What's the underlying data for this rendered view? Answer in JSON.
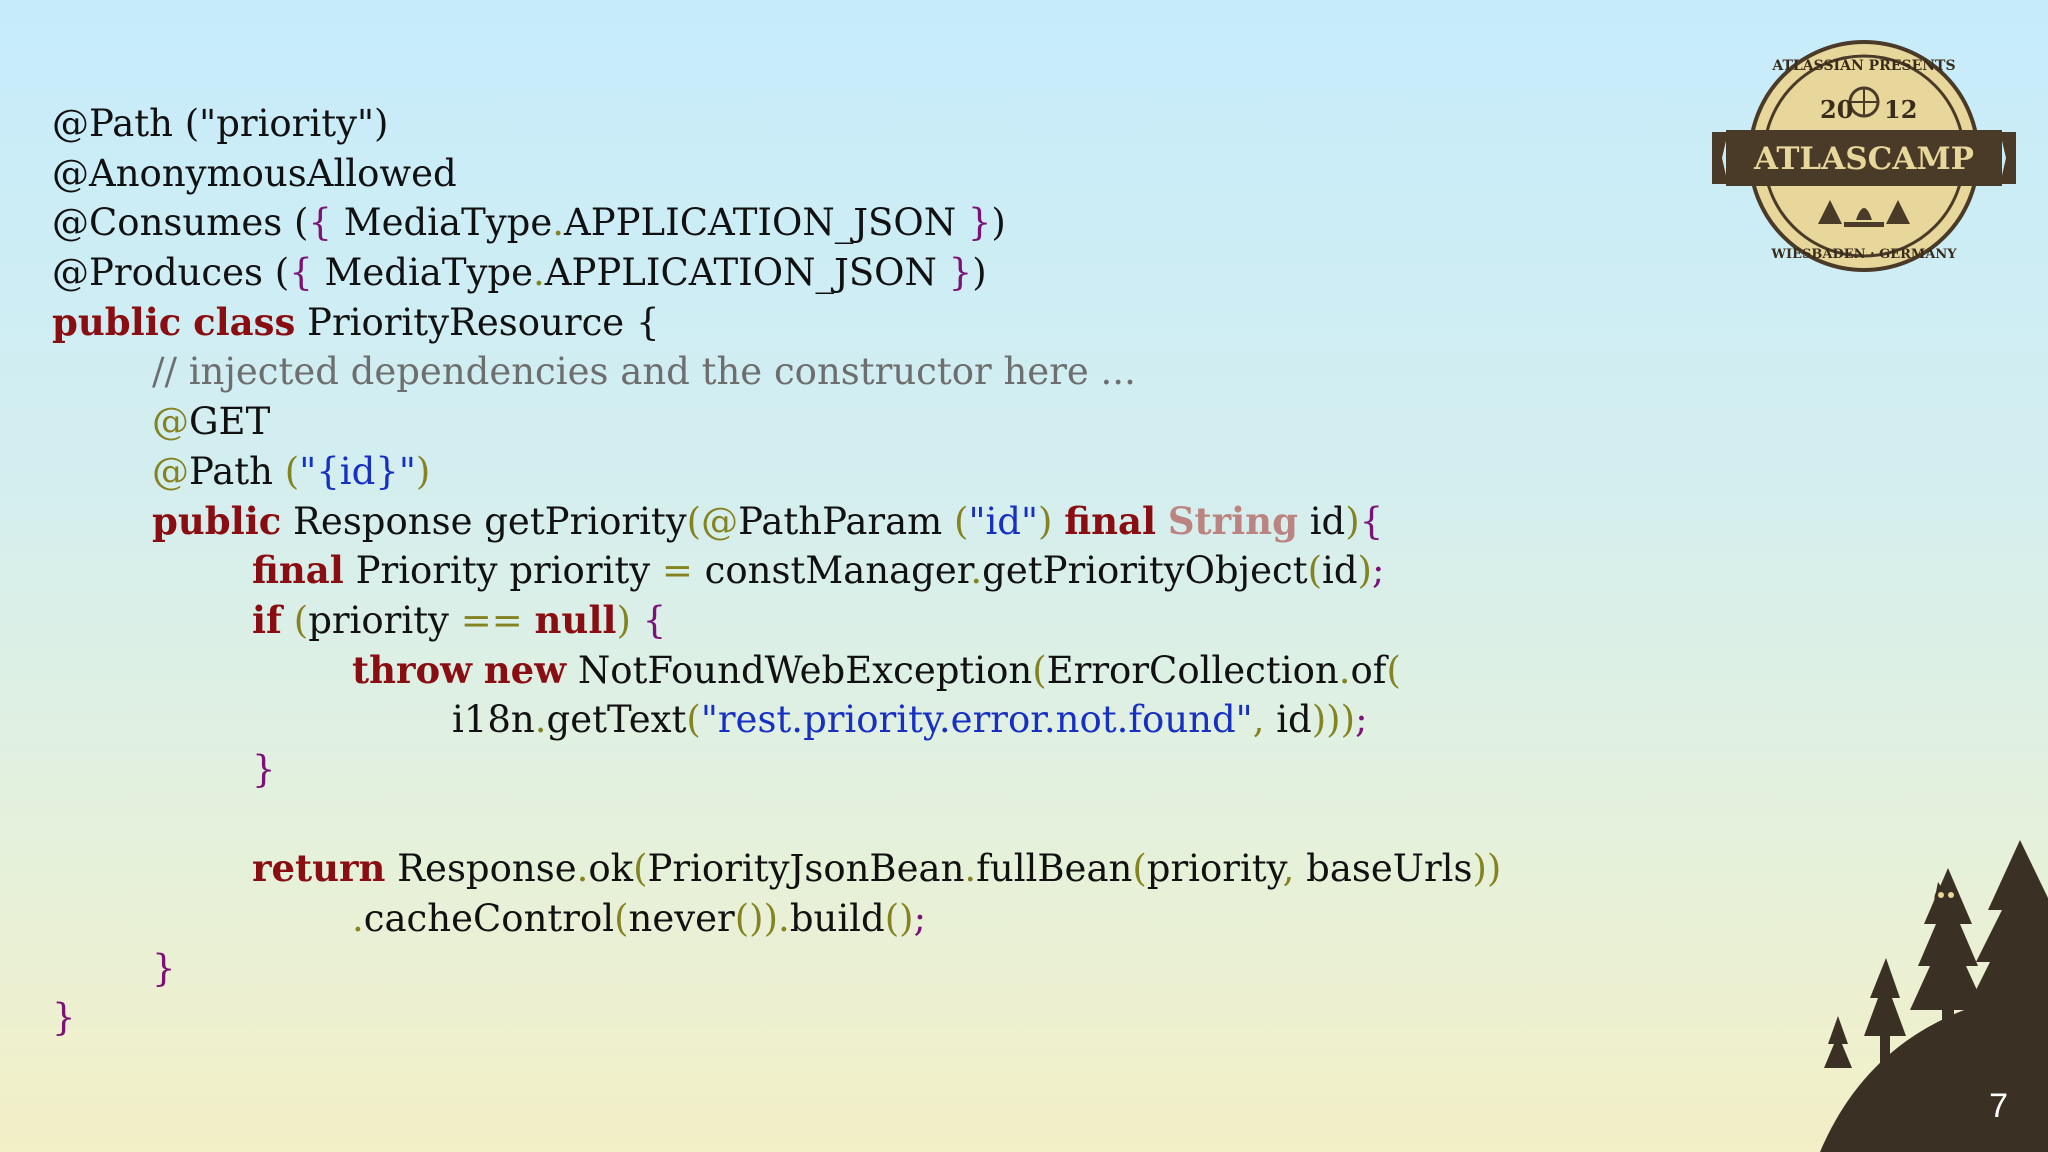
{
  "slide": {
    "page_number": "7",
    "badge": {
      "arc_top": "ATLASSIAN PRESENTS",
      "year_left": "20",
      "year_right": "12",
      "banner": "ATLASCAMP",
      "arc_bottom": "WIESBADEN · GERMANY"
    }
  },
  "colors": {
    "keyword": "#8a0d12",
    "string": "#1730c4",
    "punctuation": "#858321",
    "brace": "#7c1178",
    "comment": "#6e6e6e",
    "type": "#bb8481",
    "plain": "#111111",
    "badge": "#e8d79a",
    "trees": "#3b3024"
  },
  "icons": [
    "atlascamp-badge-logo",
    "forest-trees-with-owl"
  ],
  "code": {
    "lines": [
      {
        "indent": 0,
        "tokens": [
          {
            "t": "@Path (\"priority\")",
            "c": "plain"
          }
        ]
      },
      {
        "indent": 0,
        "tokens": [
          {
            "t": "@AnonymousAllowed",
            "c": "plain"
          }
        ]
      },
      {
        "indent": 0,
        "tokens": [
          {
            "t": "@Consumes (",
            "c": "plain"
          },
          {
            "t": "{",
            "c": "brace"
          },
          {
            "t": " MediaType",
            "c": "plain"
          },
          {
            "t": ".",
            "c": "punc"
          },
          {
            "t": "APPLICATION_JSON ",
            "c": "plain"
          },
          {
            "t": "}",
            "c": "brace"
          },
          {
            "t": ")",
            "c": "plain"
          }
        ]
      },
      {
        "indent": 0,
        "tokens": [
          {
            "t": "@Produces (",
            "c": "plain"
          },
          {
            "t": "{",
            "c": "brace"
          },
          {
            "t": " MediaType",
            "c": "plain"
          },
          {
            "t": ".",
            "c": "punc"
          },
          {
            "t": "APPLICATION_JSON ",
            "c": "plain"
          },
          {
            "t": "}",
            "c": "brace"
          },
          {
            "t": ")",
            "c": "plain"
          }
        ]
      },
      {
        "indent": 0,
        "tokens": [
          {
            "t": "public",
            "c": "kw"
          },
          {
            "t": " ",
            "c": "plain"
          },
          {
            "t": "class",
            "c": "kw"
          },
          {
            "t": " PriorityResource {",
            "c": "plain"
          }
        ]
      },
      {
        "indent": 1,
        "tokens": [
          {
            "t": "// injected dependencies and the constructor here ...",
            "c": "cmt"
          }
        ]
      },
      {
        "indent": 1,
        "tokens": [
          {
            "t": "@",
            "c": "punc"
          },
          {
            "t": "GET",
            "c": "plain"
          }
        ]
      },
      {
        "indent": 1,
        "tokens": [
          {
            "t": "@",
            "c": "punc"
          },
          {
            "t": "Path ",
            "c": "plain"
          },
          {
            "t": "(",
            "c": "punc"
          },
          {
            "t": "\"{id}\"",
            "c": "str"
          },
          {
            "t": ")",
            "c": "punc"
          }
        ]
      },
      {
        "indent": 1,
        "tokens": [
          {
            "t": "public",
            "c": "kw"
          },
          {
            "t": " Response getPriority",
            "c": "plain"
          },
          {
            "t": "(@",
            "c": "punc"
          },
          {
            "t": "PathParam ",
            "c": "plain"
          },
          {
            "t": "(",
            "c": "punc"
          },
          {
            "t": "\"id\"",
            "c": "str"
          },
          {
            "t": ") ",
            "c": "punc"
          },
          {
            "t": "final",
            "c": "kw"
          },
          {
            "t": " ",
            "c": "plain"
          },
          {
            "t": "String",
            "c": "type"
          },
          {
            "t": " id",
            "c": "plain"
          },
          {
            "t": ")",
            "c": "punc"
          },
          {
            "t": "{",
            "c": "brace"
          }
        ]
      },
      {
        "indent": 2,
        "tokens": [
          {
            "t": "final",
            "c": "kw"
          },
          {
            "t": " Priority priority ",
            "c": "plain"
          },
          {
            "t": "=",
            "c": "punc"
          },
          {
            "t": " constManager",
            "c": "plain"
          },
          {
            "t": ".",
            "c": "punc"
          },
          {
            "t": "getPriorityObject",
            "c": "plain"
          },
          {
            "t": "(",
            "c": "punc"
          },
          {
            "t": "id",
            "c": "plain"
          },
          {
            "t": ")",
            "c": "punc"
          },
          {
            "t": ";",
            "c": "brace"
          }
        ]
      },
      {
        "indent": 2,
        "tokens": [
          {
            "t": "if",
            "c": "kw"
          },
          {
            "t": " ",
            "c": "plain"
          },
          {
            "t": "(",
            "c": "punc"
          },
          {
            "t": "priority ",
            "c": "plain"
          },
          {
            "t": "==",
            "c": "punc"
          },
          {
            "t": " ",
            "c": "plain"
          },
          {
            "t": "null",
            "c": "kw"
          },
          {
            "t": ") ",
            "c": "punc"
          },
          {
            "t": "{",
            "c": "brace"
          }
        ]
      },
      {
        "indent": 3,
        "tokens": [
          {
            "t": "throw",
            "c": "kw"
          },
          {
            "t": " ",
            "c": "plain"
          },
          {
            "t": "new",
            "c": "kw"
          },
          {
            "t": " NotFoundWebException",
            "c": "plain"
          },
          {
            "t": "(",
            "c": "punc"
          },
          {
            "t": "ErrorCollection",
            "c": "plain"
          },
          {
            "t": ".",
            "c": "punc"
          },
          {
            "t": "of",
            "c": "plain"
          },
          {
            "t": "(",
            "c": "punc"
          }
        ]
      },
      {
        "indent": 4,
        "tokens": [
          {
            "t": "i18n",
            "c": "plain"
          },
          {
            "t": ".",
            "c": "punc"
          },
          {
            "t": "getText",
            "c": "plain"
          },
          {
            "t": "(",
            "c": "punc"
          },
          {
            "t": "\"rest.priority.error.not.found\"",
            "c": "str"
          },
          {
            "t": ", ",
            "c": "punc"
          },
          {
            "t": "id",
            "c": "plain"
          },
          {
            "t": ")))",
            "c": "punc"
          },
          {
            "t": ";",
            "c": "brace"
          }
        ]
      },
      {
        "indent": 2,
        "tokens": [
          {
            "t": "}",
            "c": "brace"
          }
        ]
      },
      {
        "indent": 0,
        "tokens": []
      },
      {
        "indent": 2,
        "tokens": [
          {
            "t": "return",
            "c": "kw"
          },
          {
            "t": " Response",
            "c": "plain"
          },
          {
            "t": ".",
            "c": "punc"
          },
          {
            "t": "ok",
            "c": "plain"
          },
          {
            "t": "(",
            "c": "punc"
          },
          {
            "t": "PriorityJsonBean",
            "c": "plain"
          },
          {
            "t": ".",
            "c": "punc"
          },
          {
            "t": "fullBean",
            "c": "plain"
          },
          {
            "t": "(",
            "c": "punc"
          },
          {
            "t": "priority",
            "c": "plain"
          },
          {
            "t": ", ",
            "c": "punc"
          },
          {
            "t": "baseUrls",
            "c": "plain"
          },
          {
            "t": "))",
            "c": "punc"
          }
        ]
      },
      {
        "indent": 3,
        "tokens": [
          {
            "t": ".",
            "c": "punc"
          },
          {
            "t": "cacheControl",
            "c": "plain"
          },
          {
            "t": "(",
            "c": "punc"
          },
          {
            "t": "never",
            "c": "plain"
          },
          {
            "t": "())",
            "c": "punc"
          },
          {
            "t": ".",
            "c": "punc"
          },
          {
            "t": "build",
            "c": "plain"
          },
          {
            "t": "()",
            "c": "punc"
          },
          {
            "t": ";",
            "c": "brace"
          }
        ]
      },
      {
        "indent": 1,
        "tokens": [
          {
            "t": "}",
            "c": "brace"
          }
        ]
      },
      {
        "indent": 0,
        "tokens": [
          {
            "t": "}",
            "c": "brace"
          }
        ]
      }
    ]
  }
}
